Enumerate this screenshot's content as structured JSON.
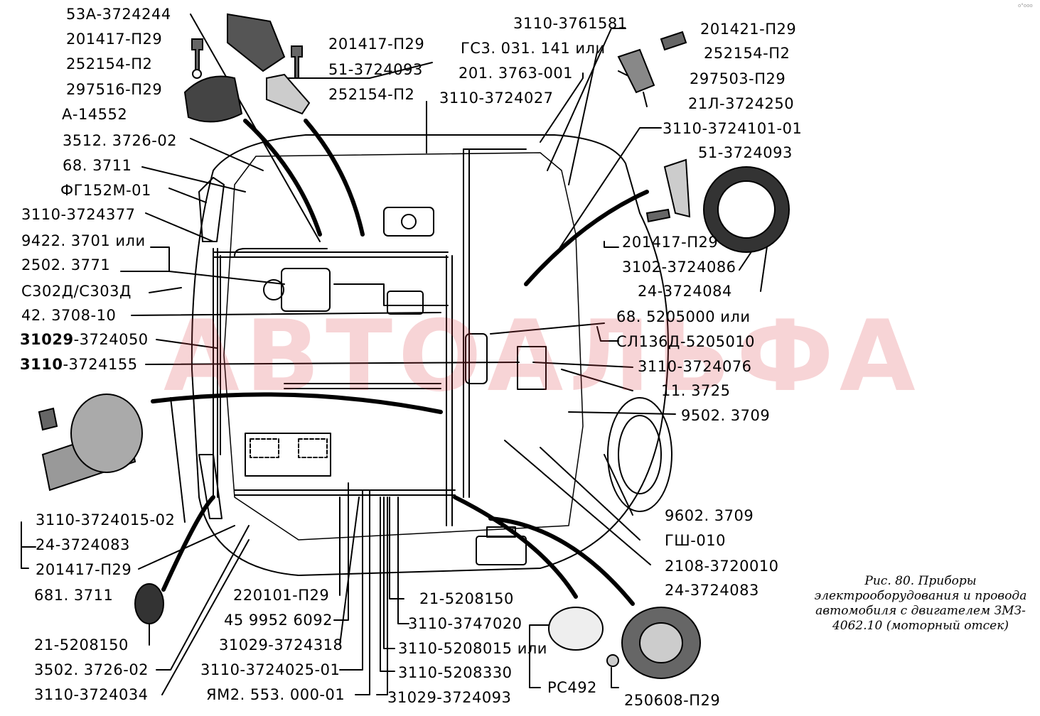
{
  "figure": {
    "caption_lines": [
      "Рис. 80. Приборы",
      "электрооборудования и провода",
      "автомобиля с двигателем ЗМЗ-",
      "4062.10 (моторный отсек)"
    ],
    "watermark": "АВТОАЛЬФА",
    "corner_note": "о°ооо"
  },
  "labels_left": [
    {
      "text": "53А-3724244",
      "bold": false
    },
    {
      "text": "201417-П29",
      "bold": false
    },
    {
      "text": "252154-П2",
      "bold": false
    },
    {
      "text": "297516-П29",
      "bold": false
    },
    {
      "text": "А-14552",
      "bold": false
    },
    {
      "text": "3512. 3726-02",
      "bold": false
    },
    {
      "text": "68. 3711",
      "bold": false
    },
    {
      "text": "ФГ152М-01",
      "bold": false
    },
    {
      "text": "3110-3724377",
      "bold": false
    },
    {
      "text": "9422. 3701 или",
      "bold": false
    },
    {
      "text": "2502. 3771",
      "bold": false
    },
    {
      "text": "С302Д/С303Д",
      "bold": false
    },
    {
      "text": "42. 3708-10",
      "bold": false
    },
    {
      "text_bold": "31029",
      "text_rest": "-3724050"
    },
    {
      "text_bold": "3110",
      "text_rest": "-3724155"
    }
  ],
  "labels_top_mid": [
    "201417-П29",
    "51-3724093",
    "252154-П2",
    "3110-3724027",
    "3110-3761581",
    "ГС3. 031. 141 или",
    "201. 3763-001"
  ],
  "labels_right": [
    "201421-П29",
    "252154-П2",
    "297503-П29",
    "21Л-3724250",
    "3110-3724101-01",
    "51-3724093",
    "201417-П29",
    "3102-3724086",
    "24-3724084",
    "68. 5205000 или",
    "СЛ136Д-5205010",
    "3110-3724076",
    "11. 3725",
    "9502. 3709",
    "9602. 3709",
    "ГШ-010",
    "2108-3720010",
    "24-3724083",
    "250608-П29"
  ],
  "labels_bottom_left": [
    "3110-3724015-02",
    "24-3724083",
    "201417-П29",
    "681. 3711",
    "21-5208150",
    "3502. 3726-02",
    "3110-3724034"
  ],
  "labels_bottom_mid": [
    "220101-П29",
    "45 9952 6092",
    "31029-3724318",
    "3110-3724025-01",
    "ЯМ2. 553. 000-01",
    "21-5208150",
    "3110-3747020",
    "3110-5208015 или",
    "3110-5208330",
    "31029-3724093",
    "РС492"
  ]
}
